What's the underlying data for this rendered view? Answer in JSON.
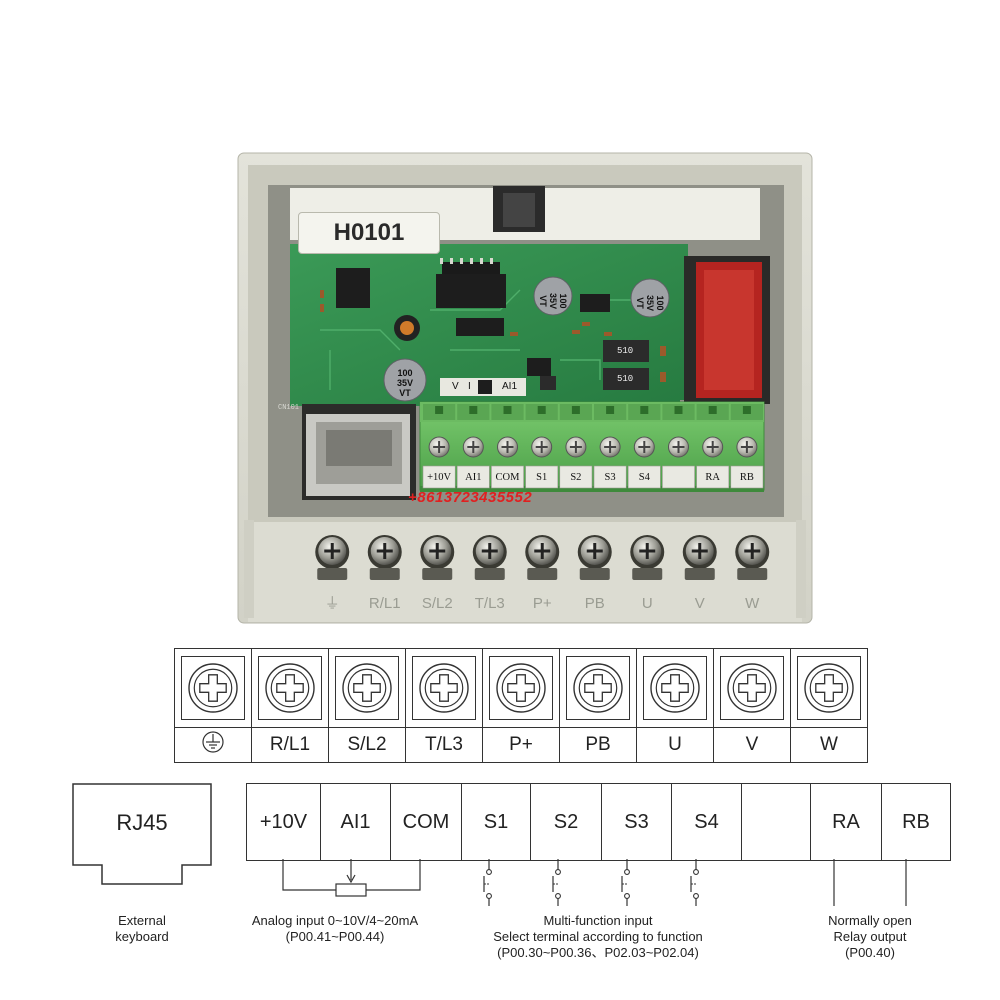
{
  "photo": {
    "model_label": "H0101",
    "connector_label": "CN101",
    "phone_watermark": "+8613723435552",
    "capacitor_large": [
      "100",
      "35V",
      "VT"
    ],
    "capacitor_small_left": [
      "100",
      "35V",
      "VT"
    ],
    "capacitor_small_right": [
      "100",
      "35V",
      "VT"
    ],
    "resistor_codes": [
      "510",
      "510"
    ],
    "jumper_labels": [
      "V",
      "I",
      "AI1"
    ],
    "control_terminals": [
      "+10V",
      "AI1",
      "COM",
      "S1",
      "S2",
      "S3",
      "S4",
      "",
      "RA",
      "RB"
    ],
    "power_terminals": [
      "⏚",
      "R/L1",
      "S/L2",
      "T/L3",
      "P+",
      "PB",
      "U",
      "V",
      "W"
    ]
  },
  "diagram": {
    "power_terminals": [
      "",
      "R/L1",
      "S/L2",
      "T/L3",
      "P+",
      "PB",
      "U",
      "V",
      "W"
    ],
    "ground_symbol": "earth-ground",
    "rj45_label": "RJ45",
    "control_terminals": [
      "+10V",
      "AI1",
      "COM",
      "S1",
      "S2",
      "S3",
      "S4",
      "",
      "RA",
      "RB"
    ],
    "notes": {
      "external_keyboard": [
        "External",
        "keyboard"
      ],
      "analog_input": [
        "Analog input 0~10V/4~20mA",
        "(P00.41~P00.44)"
      ],
      "multi_function": [
        "Multi-function input",
        "Select terminal according to function",
        "(P00.30~P00.36、P02.03~P02.04)"
      ],
      "relay_output": [
        "Normally open",
        "Relay output",
        "(P00.40)"
      ]
    }
  },
  "colors": {
    "housing": "#dcdcd2",
    "housing_dark": "#b9b9ad",
    "pcb": "#2f8a4c",
    "terminal_green": "#5fb45a",
    "watermark": "#e02020"
  }
}
